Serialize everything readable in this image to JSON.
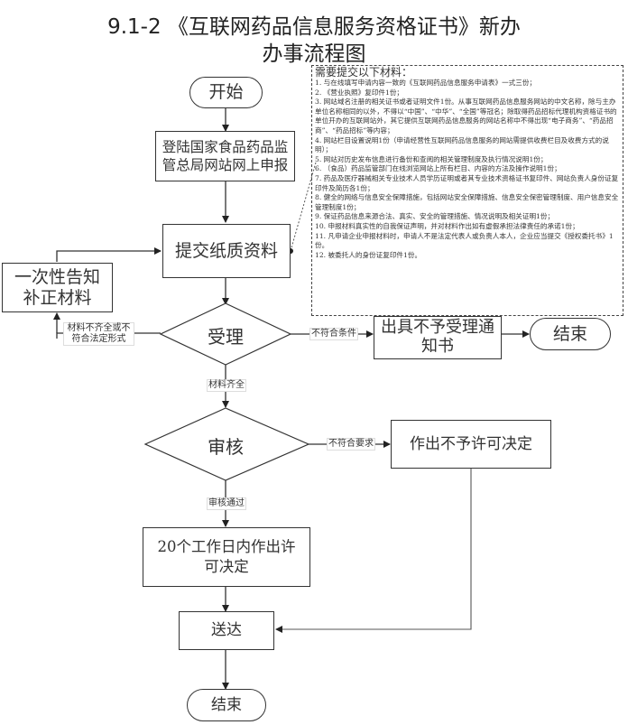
{
  "title": {
    "line1": "9.1-2 《互联网药品信息服务资格证书》新办",
    "line2": "办事流程图"
  },
  "nodes": {
    "start": "开始",
    "online_apply": "登陆国家食品药品监管总局网站网上申报",
    "submit_paper": "提交纸质资料",
    "notify_supplement": "一次性告知补正材料",
    "accept": "受理",
    "reject_notice": "出具不予受理通知书",
    "end_reject": "结束",
    "review": "审核",
    "deny_decision": "作出不予许可决定",
    "grant_decision": "20个工作日内作出许可决定",
    "deliver": "送达",
    "end": "结束"
  },
  "edge_labels": {
    "incomplete": "材料不齐全或不符合法定形式",
    "not_qualified": "不符合条件",
    "complete": "材料齐全",
    "not_meet": "不符合要求",
    "passed": "审核通过"
  },
  "materials_note": {
    "heading": "需要提交以下材料：",
    "items": [
      "1. 与在线填写申请内容一致的《互联网药品信息服务申请表》一式三份；",
      "2. 《营业执照》复印件1份；",
      "3. 网站域名注册的相关证书或者证明文件1份。从事互联网药品信息服务网站的中文名称，除与主办单位名称相同的以外，不得以“中国”、“中华”、“全国”等冠名；除取得药品招标代理机构资格证书的单位开办的互联网站外，其它提供互联网药品信息服务的网站名称中不得出现“电子商务”、“药品招商”、“药品招标”等内容；",
      "4. 网站栏目设置说明1份（申请经营性互联网药品信息服务的网站需提供收费栏目及收费方式的说明）；",
      "5. 网站对历史发布信息进行备份和查阅的相关管理制度及执行情况说明1份；",
      "6. （食品）药品监管部门在线浏览网站上所有栏目、内容的方法及操作说明1份；",
      "7. 药品及医疗器械相关专业技术人员学历证明或者其专业技术资格证书复印件、网站负责人身份证复印件及简历各1份；",
      "8. 健全的网络与信息安全保障措施，包括网站安全保障措施、信息安全保密管理制度、用户信息安全管理制度1份；",
      "9. 保证药品信息来源合法、真实、安全的管理措施、情况说明及相关证明1份；",
      "10. 申报材料真实性的自我保证声明，并对材料作出如有虚假承担法律责任的承诺1份；",
      "11. 凡申请企业申报材料时，申请人不是法定代表人或负责人本人，企业应当提交《授权委托书》1份。",
      "12. 被委托人的身份证复印件1份。"
    ]
  },
  "colors": {
    "line": "#333333",
    "text": "#333333",
    "background": "#ffffff"
  }
}
